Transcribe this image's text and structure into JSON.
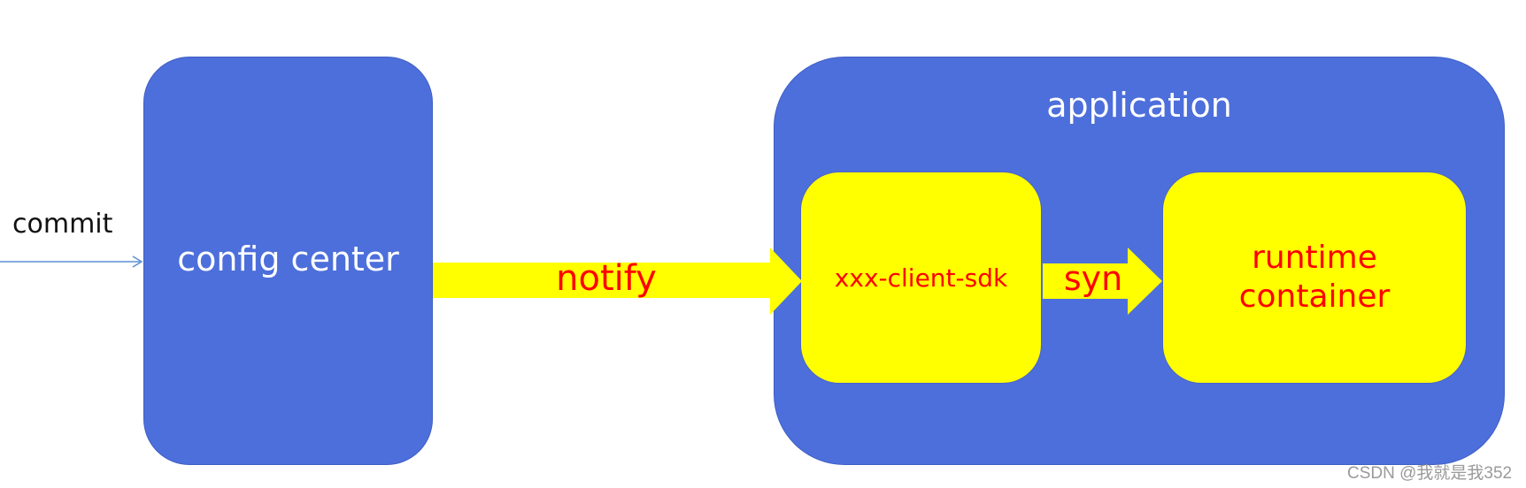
{
  "commit_label": "commit",
  "config_center": {
    "label": "config center"
  },
  "application": {
    "label": "application",
    "sdk_label": "xxx-client-sdk",
    "runtime_line1": "runtime",
    "runtime_line2": "container"
  },
  "arrows": {
    "notify_label": "notify",
    "syn_label": "syn"
  },
  "watermark": "CSDN @我就是我352",
  "colors": {
    "box_blue": "#4d6fdb",
    "box_yellow": "#ffff00",
    "label_red": "#ff0000",
    "connector_line": "#5b8fd6"
  }
}
